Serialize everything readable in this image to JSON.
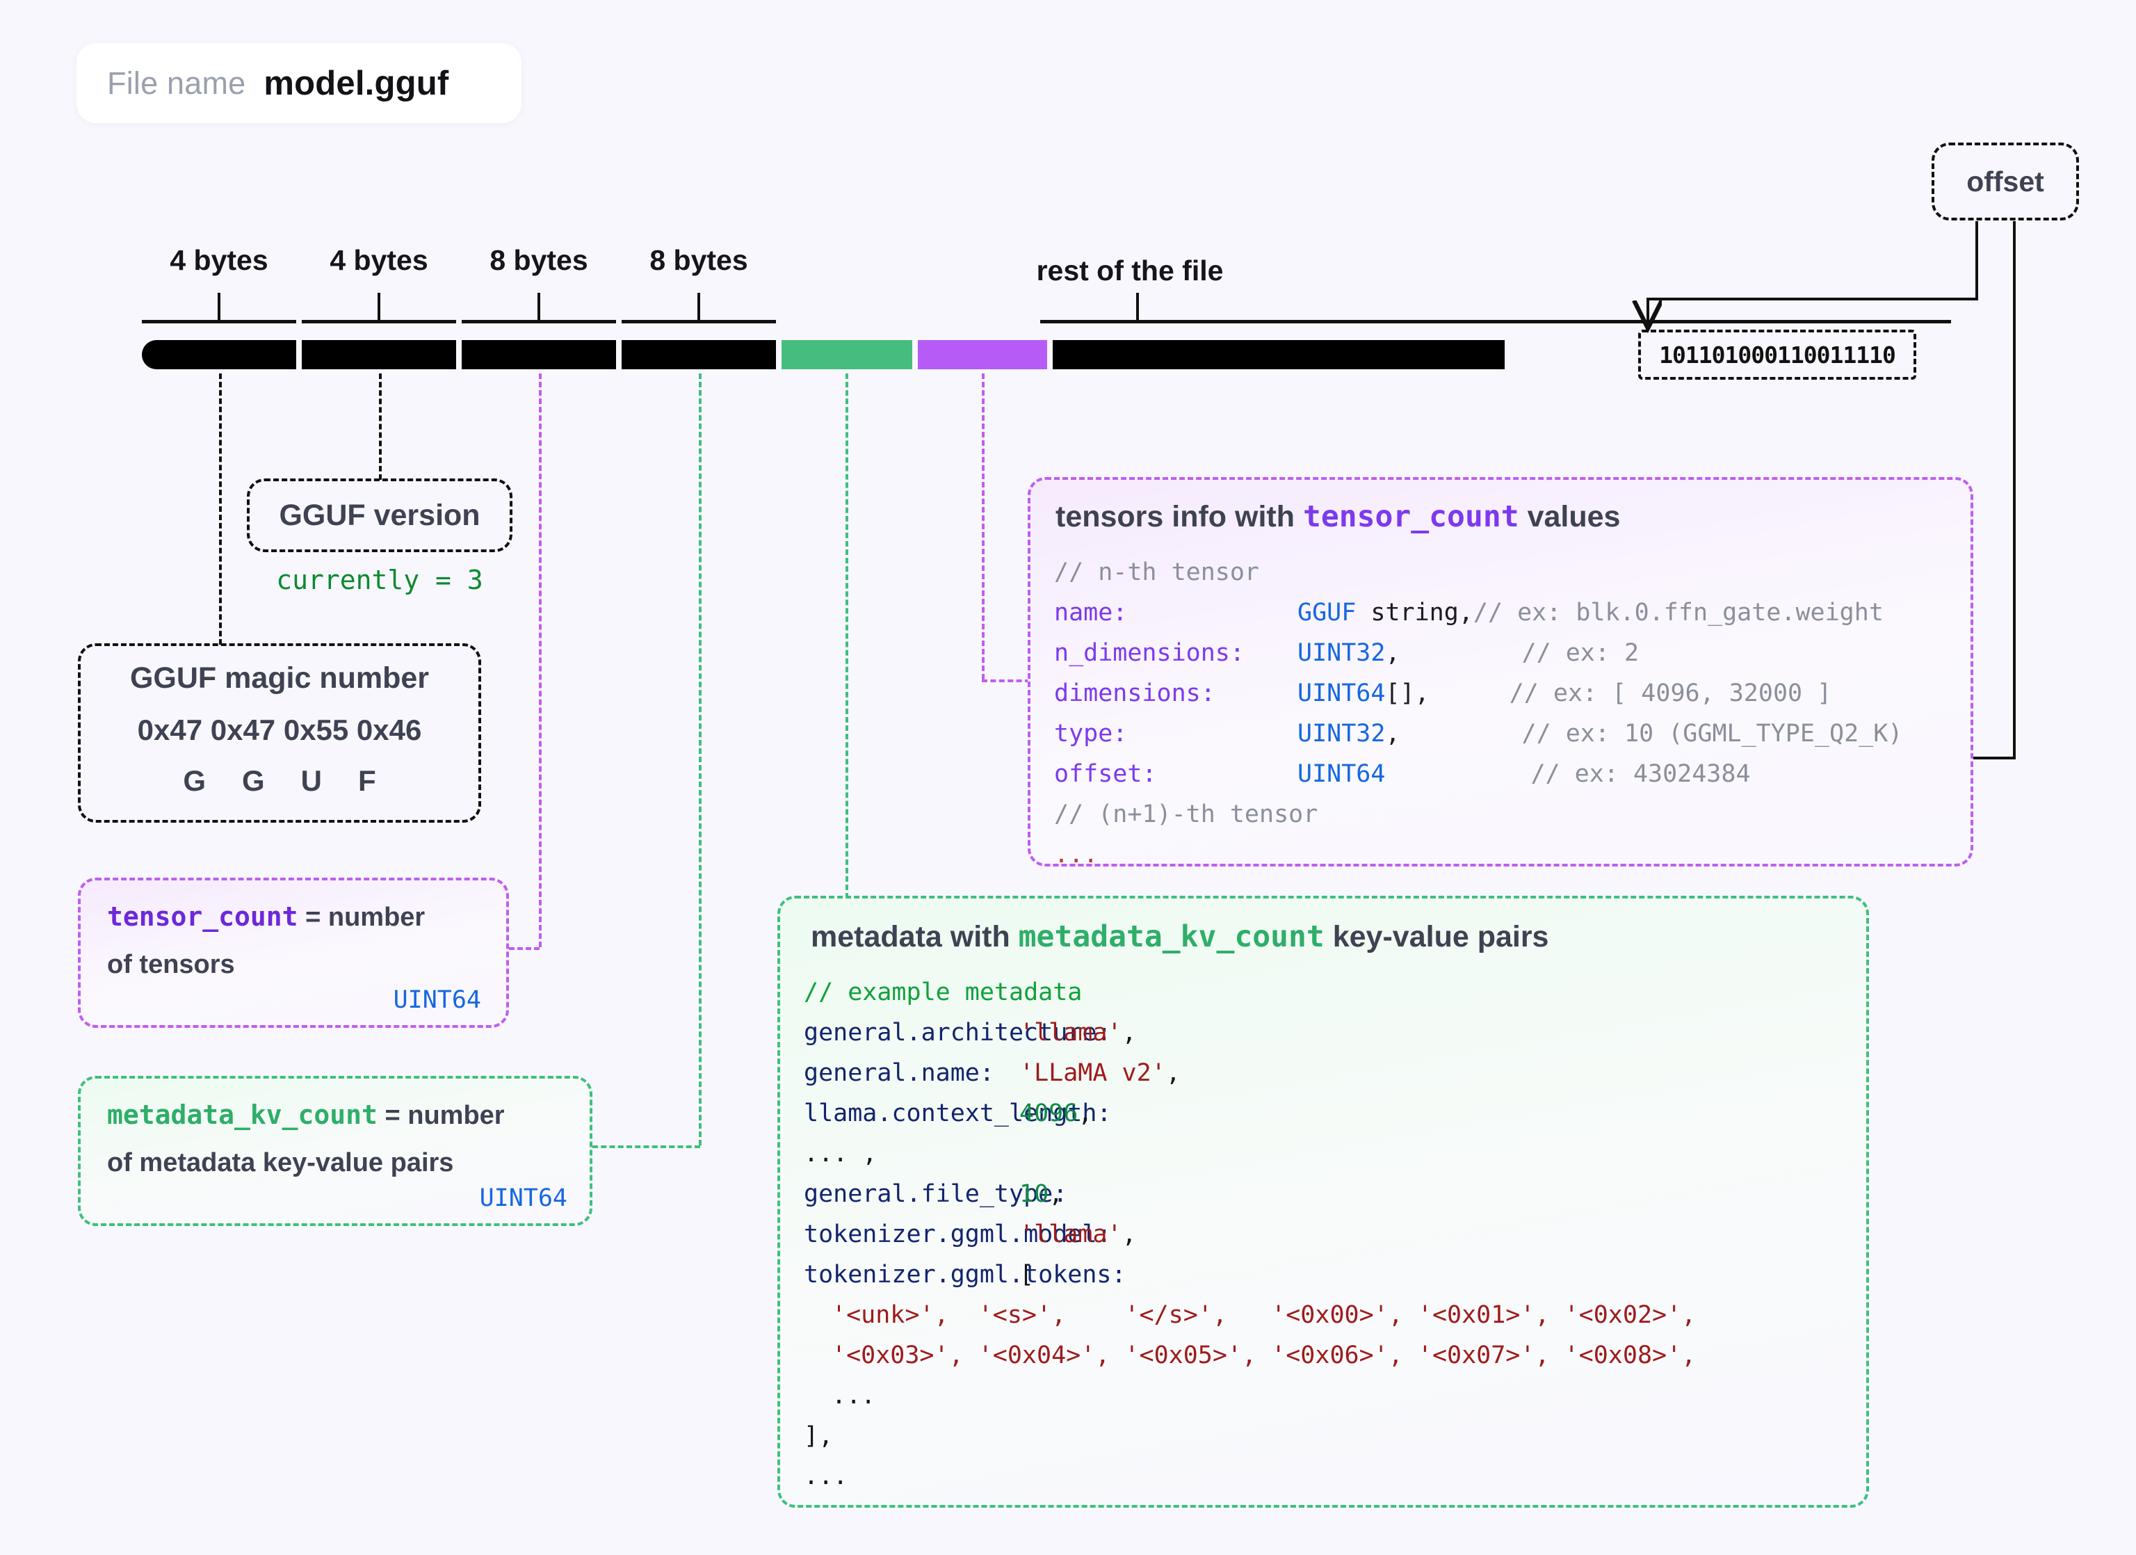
{
  "file": {
    "label": "File name",
    "value": "model.gguf"
  },
  "ruler": {
    "segments": [
      {
        "label": "4 bytes"
      },
      {
        "label": "4 bytes"
      },
      {
        "label": "8 bytes"
      },
      {
        "label": "8 bytes"
      }
    ],
    "rest_label": "rest of the file"
  },
  "offset_box": {
    "label": "offset"
  },
  "binary": {
    "value": "101101000110011110"
  },
  "gguf_version": {
    "title": "GGUF version",
    "note": "currently = 3"
  },
  "magic": {
    "title": "GGUF magic number",
    "hex": "0x47 0x47 0x55 0x46",
    "chars": "GGUF"
  },
  "tensor_count_box": {
    "name": "tensor_count",
    "eq": " = number",
    "line2": "of tensors",
    "type": "UINT64"
  },
  "metadata_kv_count_box": {
    "name": "metadata_kv_count",
    "eq": " = number",
    "line2": "of metadata key-value pairs",
    "type": "UINT64"
  },
  "tensors_panel": {
    "title_pre": "tensors info with ",
    "title_code": "tensor_count",
    "title_post": " values",
    "comment_top": "// n-th tensor",
    "rows": [
      {
        "field": "name:",
        "type": "GGUF",
        "type2": " string,",
        "comment": "// ex: blk.0.ffn_gate.weight"
      },
      {
        "field": "n_dimensions:",
        "type": "UINT32",
        "type2": ",",
        "comment": "// ex: 2"
      },
      {
        "field": "dimensions:",
        "type": "UINT64",
        "type2": "[],",
        "comment": "// ex: [ 4096, 32000 ]"
      },
      {
        "field": "type:",
        "type": "UINT32",
        "type2": ",",
        "comment": "// ex: 10 (GGML_TYPE_Q2_K)"
      },
      {
        "field": "offset:",
        "type": "UINT64",
        "type2": "",
        "comment": "// ex: 43024384"
      }
    ],
    "comment_next": "// (n+1)-th tensor",
    "ellipsis": "..."
  },
  "metadata_panel": {
    "title_pre": "metadata with ",
    "title_code": "metadata_kv_count",
    "title_post": " key-value pairs",
    "comment": "// example metadata",
    "pairs": [
      {
        "key": "general.architecture:",
        "value": "'llama'",
        "kind": "str",
        "comma": ","
      },
      {
        "key": "general.name:",
        "value": "'LLaMA v2'",
        "kind": "str",
        "comma": ","
      },
      {
        "key": "llama.context_length:",
        "value": "4096",
        "kind": "num",
        "comma": ","
      }
    ],
    "ellipsis_mid": "... ,",
    "pairs2": [
      {
        "key": "general.file_type:",
        "value": "10",
        "kind": "num",
        "comma": ","
      },
      {
        "key": "tokenizer.ggml.model:",
        "value": "'llama'",
        "kind": "str",
        "comma": ","
      }
    ],
    "tokens_key": "tokenizer.ggml.tokens:",
    "tokens_open": "[",
    "token_rows": [
      "'<unk>',  '<s>',    '</s>',   '<0x00>', '<0x01>', '<0x02>',",
      "'<0x03>', '<0x04>', '<0x05>', '<0x06>', '<0x07>', '<0x08>',"
    ],
    "tokens_ellipsis": "...",
    "tokens_close": "],",
    "ellipsis_end": "..."
  },
  "colors": {
    "background": "#F8F7FE",
    "green": "#46BD7E",
    "purple": "#B65BF5",
    "black": "#000000",
    "accent_purple_text": "#7C3AED",
    "accent_green_text": "#2FAE69",
    "type_blue": "#1667E0"
  }
}
